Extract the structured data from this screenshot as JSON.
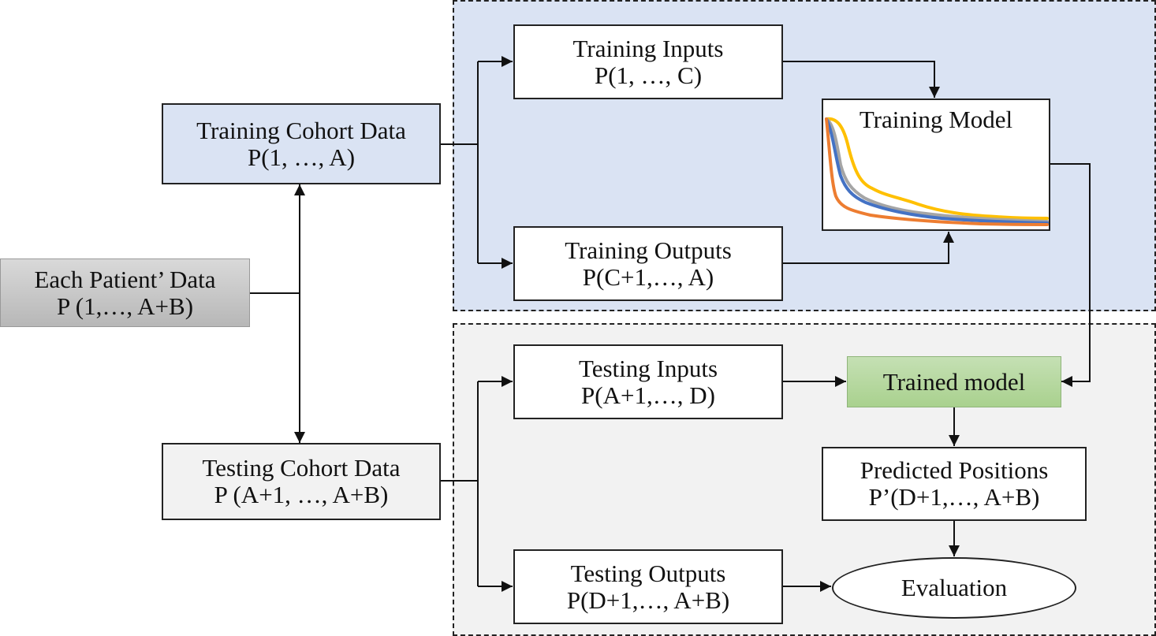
{
  "nodes": {
    "each_patient": {
      "title": "Each Patient’ Data",
      "range": "P (1,…, A+B)"
    },
    "training_cohort": {
      "title": "Training Cohort Data",
      "range": "P(1, …, A)"
    },
    "testing_cohort": {
      "title": "Testing Cohort Data",
      "range": "P (A+1, …, A+B)"
    },
    "training_inputs": {
      "title": "Training Inputs",
      "range": "P(1, …, C)"
    },
    "training_outputs": {
      "title": "Training Outputs",
      "range": "P(C+1,…, A)"
    },
    "training_model": {
      "title": "Training Model"
    },
    "testing_inputs": {
      "title": "Testing Inputs",
      "range": "P(A+1,…, D)"
    },
    "trained_model": {
      "title": "Trained model"
    },
    "predicted_positions": {
      "title": "Predicted Positions",
      "range": "P’(D+1,…, A+B)"
    },
    "testing_outputs": {
      "title": "Testing Outputs",
      "range": "P(D+1,…, A+B)"
    },
    "evaluation": {
      "title": "Evaluation"
    }
  },
  "colors": {
    "training_region": "#dae3f3",
    "testing_region": "#f2f2f2",
    "trained_model_fill": "#a9d18e",
    "loss_curves": [
      "#ffc000",
      "#a5a5a5",
      "#4472c4",
      "#ed7d31"
    ]
  }
}
